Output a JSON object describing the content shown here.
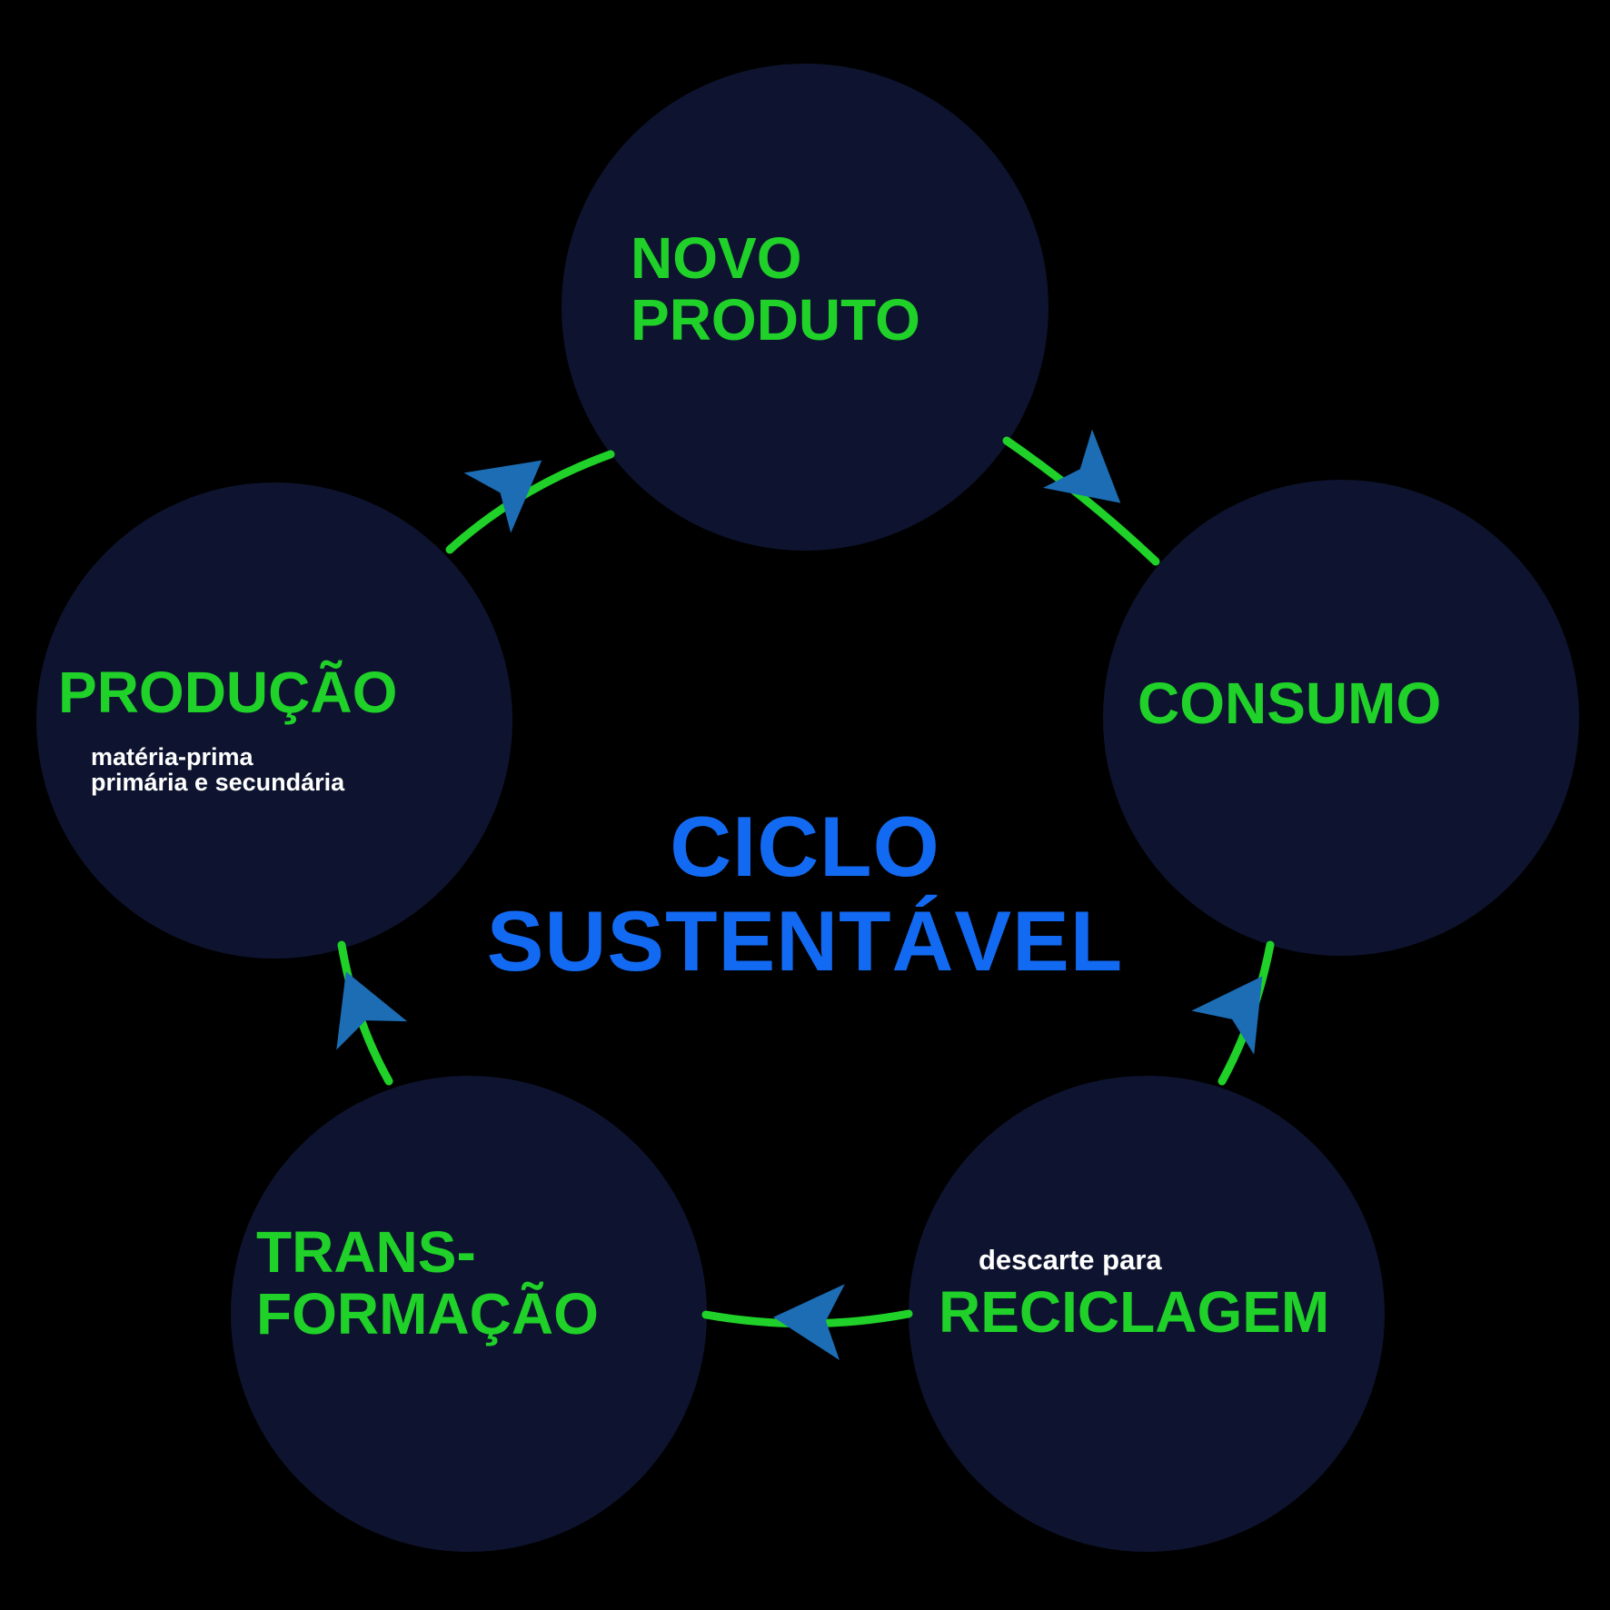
{
  "title": {
    "line1": "CICLO",
    "line2": "SUSTENTÁVEL"
  },
  "nodes": {
    "novo_produto": {
      "line1": "NOVO",
      "line2": "PRODUTO"
    },
    "consumo": {
      "label": "CONSUMO"
    },
    "reciclagem": {
      "sublabel": "descarte para",
      "label": "RECICLAGEM"
    },
    "transformacao": {
      "line1": "TRANS-",
      "line2": "FORMAÇÃO"
    },
    "producao": {
      "label": "PRODUÇÃO",
      "sub1": "matéria-prima",
      "sub2": "primária e secundária"
    }
  },
  "arrows": [
    {
      "from": "producao",
      "to": "novo_produto"
    },
    {
      "from": "novo_produto",
      "to": "consumo"
    },
    {
      "from": "reciclagem",
      "to": "consumo"
    },
    {
      "from": "reciclagem",
      "to": "transformacao"
    },
    {
      "from": "transformacao",
      "to": "producao"
    }
  ],
  "colors": {
    "background": "#000000",
    "circle": "#0e142f",
    "green": "#1fd128",
    "blue": "#136af2",
    "arrowhead": "#1c6db4",
    "white": "#ffffff"
  }
}
